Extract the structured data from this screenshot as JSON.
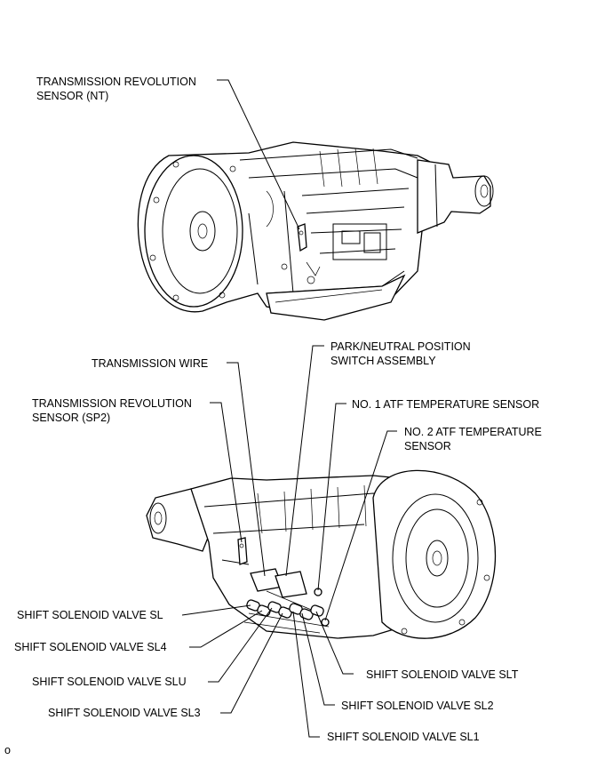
{
  "labels": {
    "nt_sensor_line1": "TRANSMISSION REVOLUTION",
    "nt_sensor_line2": "SENSOR (NT)",
    "park_neutral_line1": "PARK/NEUTRAL POSITION",
    "park_neutral_line2": "SWITCH ASSEMBLY",
    "transmission_wire": "TRANSMISSION WIRE",
    "sp2_sensor_line1": "TRANSMISSION REVOLUTION",
    "sp2_sensor_line2": "SENSOR (SP2)",
    "atf_temp_1": "NO. 1 ATF TEMPERATURE SENSOR",
    "atf_temp_2_line1": "NO. 2 ATF TEMPERATURE",
    "atf_temp_2_line2": "SENSOR",
    "sl": "SHIFT SOLENOID VALVE SL",
    "sl4": "SHIFT SOLENOID VALVE SL4",
    "slu": "SHIFT SOLENOID VALVE SLU",
    "sl3": "SHIFT SOLENOID VALVE SL3",
    "slt": "SHIFT SOLENOID VALVE SLT",
    "sl2": "SHIFT SOLENOID VALVE SL2",
    "sl1": "SHIFT SOLENOID VALVE SL1"
  },
  "corner_mark": "o"
}
